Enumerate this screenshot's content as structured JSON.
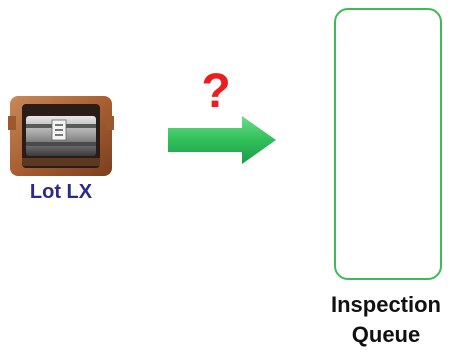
{
  "lot": {
    "label": "Lot LX",
    "image_icon": "transformer-component-icon"
  },
  "flow": {
    "question": "?",
    "arrow_icon": "right-arrow-icon",
    "arrow_color": "#2fc05a",
    "question_color": "#ee1c1c"
  },
  "queue": {
    "label_line1": "Inspection",
    "label_line2": "Queue",
    "border_color": "#3dbb57"
  }
}
